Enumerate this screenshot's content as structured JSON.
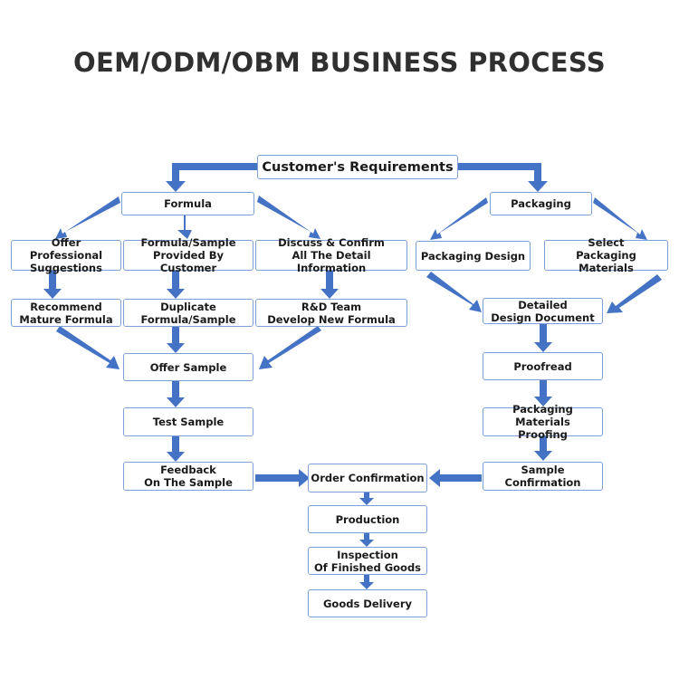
{
  "title": "OEM/ODM/OBM BUSINESS PROCESS",
  "colors": {
    "arrow": "#4472c4",
    "box_border": "#7da0d6",
    "title": "#303030"
  },
  "nodes": {
    "customer_requirements": "Customer's Requirements",
    "formula": "Formula",
    "packaging": "Packaging",
    "offer_professional": "Offer Professional\nSuggestions",
    "formula_sample": "Formula/Sample\nProvided By Customer",
    "discuss_confirm": "Discuss & Confirm\nAll The Detail Information",
    "packaging_design": "Packaging Design",
    "select_packaging": "Select\nPackaging Materials",
    "recommend": "Recommend\nMature Formula",
    "duplicate": "Duplicate\nFormula/Sample",
    "rd_team": "R&D Team\nDevelop New Formula",
    "detailed_design": "Detailed\nDesign Document",
    "offer_sample": "Offer Sample",
    "proofread": "Proofread",
    "test_sample": "Test Sample",
    "packaging_proofing": "Packaging Materials\nProofing",
    "feedback": "Feedback\nOn The Sample",
    "order_confirmation": "Order Confirmation",
    "sample_confirmation": "Sample\nConfirmation",
    "production": "Production",
    "inspection": "Inspection\nOf Finished Goods",
    "goods_delivery": "Goods Delivery"
  }
}
